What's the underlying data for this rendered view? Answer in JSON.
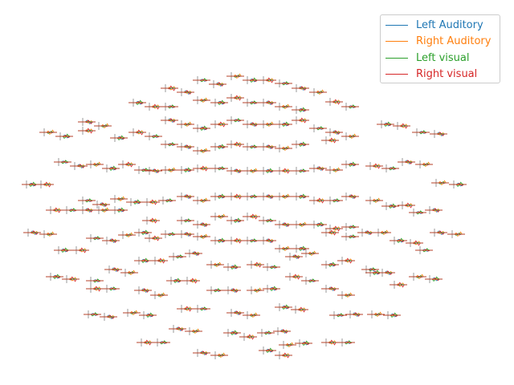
{
  "chart_data": {
    "type": "line",
    "title": "",
    "xlabel": "",
    "ylabel": "",
    "grid": false,
    "legend_position": "top-right",
    "series": [
      {
        "name": "Left Auditory",
        "color": "#1f77b4"
      },
      {
        "name": "Right Auditory",
        "color": "#ff7f0e"
      },
      {
        "name": "Left visual",
        "color": "#2ca02c"
      },
      {
        "name": "Right visual",
        "color": "#d62728"
      }
    ]
  }
}
